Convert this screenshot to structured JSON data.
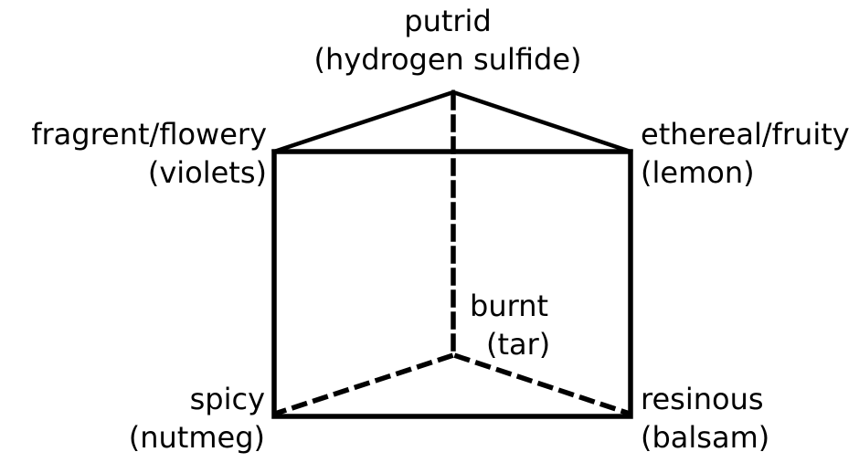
{
  "figure": {
    "colors": {
      "background": "#ffffff",
      "line": "#000000",
      "text": "#000000"
    },
    "labels": {
      "putrid": {
        "name": "putrid",
        "example": "(hydrogen sulfide)"
      },
      "fragrant": {
        "name": "fragrent/flowery",
        "example": "(violets)"
      },
      "ethereal": {
        "name": "ethereal/fruity",
        "example": "(lemon)"
      },
      "burnt": {
        "name": "burnt",
        "example": "(tar)"
      },
      "spicy": {
        "name": "spicy",
        "example": "(nutmeg)"
      },
      "resinous": {
        "name": "resinous",
        "example": "(balsam)"
      }
    }
  }
}
